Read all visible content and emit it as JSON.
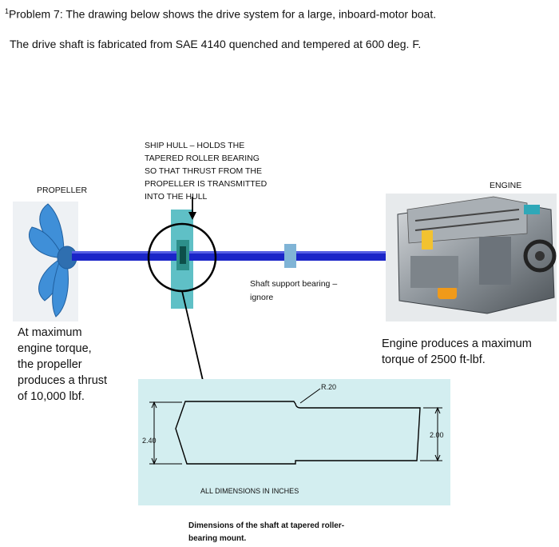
{
  "header": {
    "footnote_mark": "1",
    "problem_line": "Problem 7: The drawing below shows the drive system for a large, inboard-motor boat.",
    "material_line": "The drive shaft is fabricated from SAE 4140 quenched and tempered at 600 deg. F."
  },
  "labels": {
    "propeller": "PROPELLER",
    "engine": "ENGINE",
    "hull_note": "SHIP HULL – HOLDS THE\nTAPERED ROLLER BEARING\nSO THAT THRUST FROM THE\nPROPELLER IS TRANSMITTED\nINTO THE HULL",
    "support_bearing": "Shaft support bearing –\nignore",
    "propeller_thrust": "At maximum\nengine torque,\nthe propeller\nproduces a thrust\nof 10,000 lbf.",
    "engine_torque": "Engine produces a maximum\ntorque of 2500 ft-lbf."
  },
  "shaft_drawing": {
    "fillet_radius": "R.20",
    "large_diameter": "2.40",
    "small_diameter": "2.00",
    "units_note": "ALL DIMENSIONS IN INCHES",
    "caption": "Dimensions of the shaft at tapered roller-\nbearing mount."
  },
  "colors": {
    "shaft": "#1a25c8",
    "hull": "#5fc0c6",
    "support_bearing": "#80b4d6",
    "drawing_bg": "#d3eef0",
    "propeller": "#3f8fd8"
  }
}
